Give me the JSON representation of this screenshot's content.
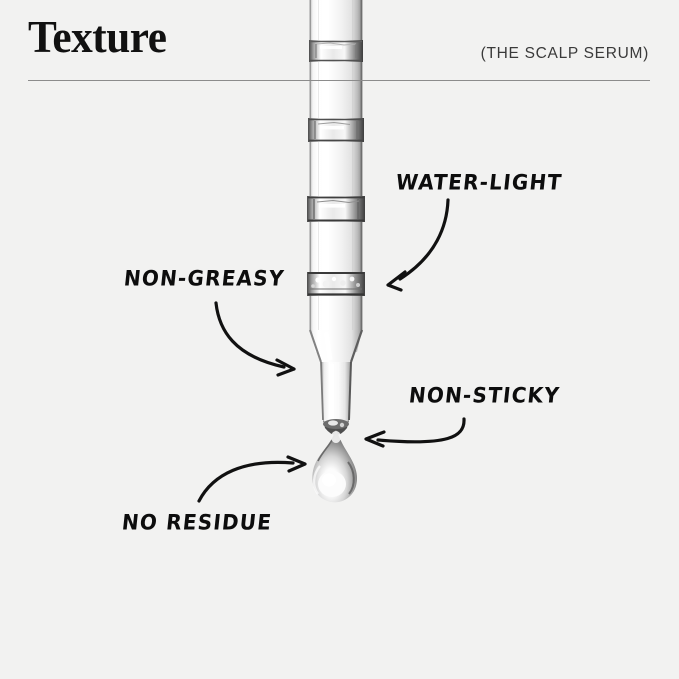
{
  "meta": {
    "background_color": "#f2f2f1",
    "ink_color": "#0d0d0d",
    "rule_color": "#8c8c8c"
  },
  "header": {
    "title": "Texture",
    "kicker": "(THE SCALP SERUM)"
  },
  "annotations": [
    {
      "id": "water-light",
      "label": "WATER-LIGHT",
      "arrow": "curve-down-left"
    },
    {
      "id": "non-greasy",
      "label": "NON-GREASY",
      "arrow": "curve-down-right"
    },
    {
      "id": "non-sticky",
      "label": "NON-STICKY",
      "arrow": "curve-left"
    },
    {
      "id": "no-residue",
      "label": "NO RESIDUE",
      "arrow": "curve-up-right"
    }
  ],
  "product": {
    "name": "glass-pipette-dropper",
    "parts": [
      "glass-tube",
      "measurement-ring-1",
      "measurement-ring-2",
      "measurement-ring-3",
      "tapered-shoulder",
      "narrow-tip",
      "serum-droplet"
    ]
  }
}
